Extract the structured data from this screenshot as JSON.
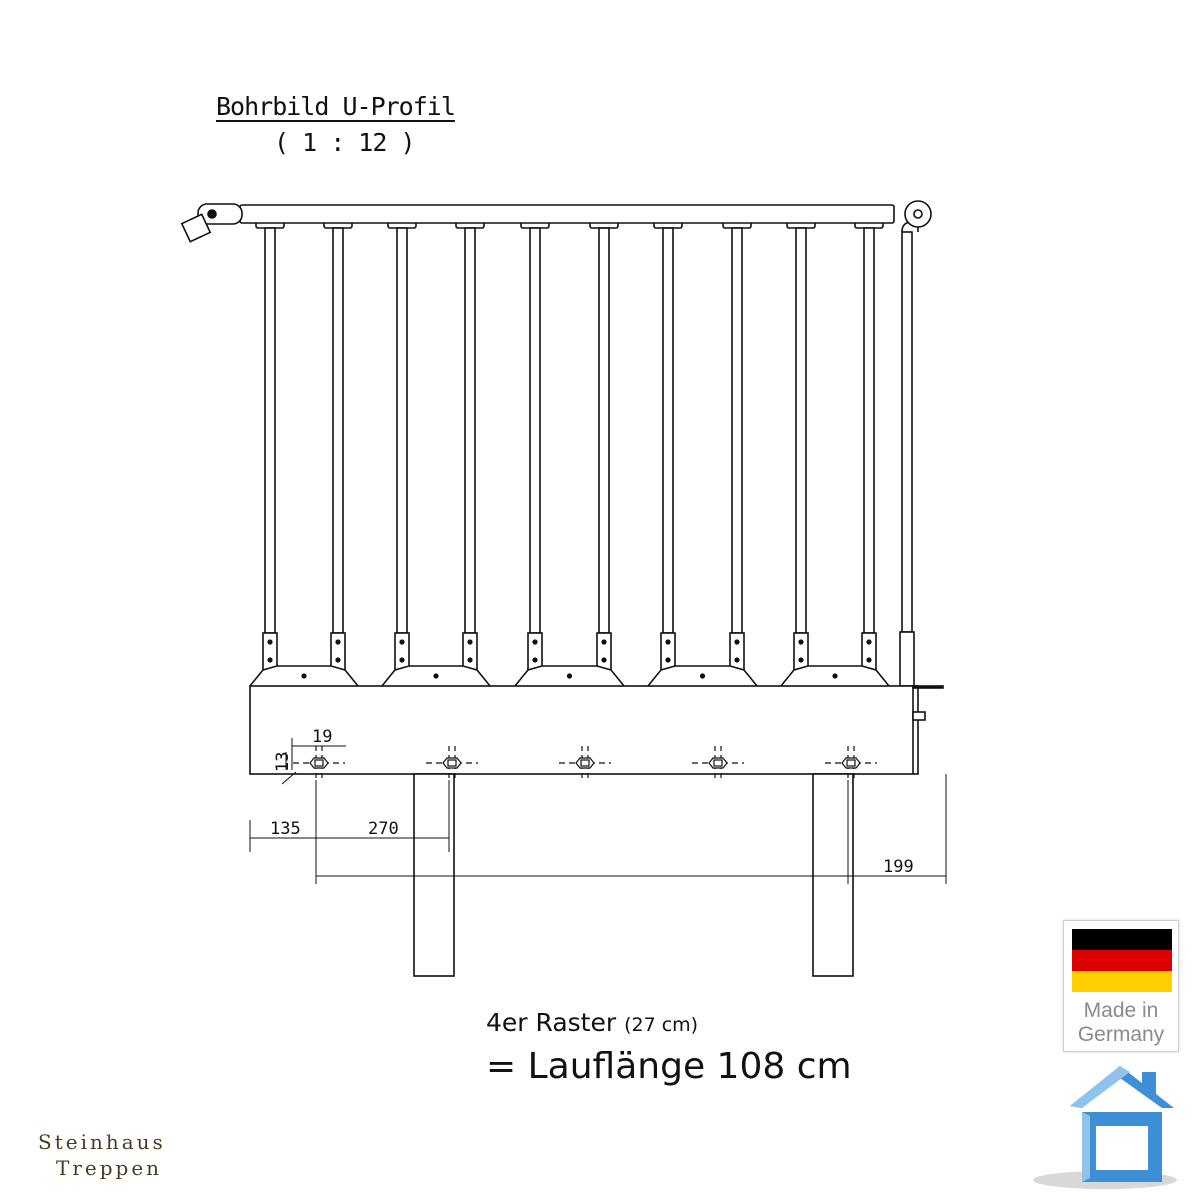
{
  "title": "Bohrbild U-Profil",
  "scale": "( 1 : 12 )",
  "dimensions": {
    "hole_width": "19",
    "hole_height": "13",
    "first_offset": "135",
    "spacing": "270",
    "end_offset": "199"
  },
  "raster": {
    "main": "4er Raster",
    "sub": "(27 cm)"
  },
  "run_length": "= Lauflänge 108 cm",
  "brand": {
    "line1": "Steinhaus",
    "line2": "Treppen"
  },
  "badge": {
    "line1": "Made in",
    "line2": "Germany"
  },
  "colors": {
    "flag_black": "#000000",
    "flag_red": "#dd0000",
    "flag_gold": "#ffce00",
    "house_blue": "#3d8fd6",
    "house_light": "#8fc3ee",
    "brand_text": "#4a3c21"
  },
  "icons": [
    "germany-flag-icon",
    "house-logo-icon"
  ]
}
